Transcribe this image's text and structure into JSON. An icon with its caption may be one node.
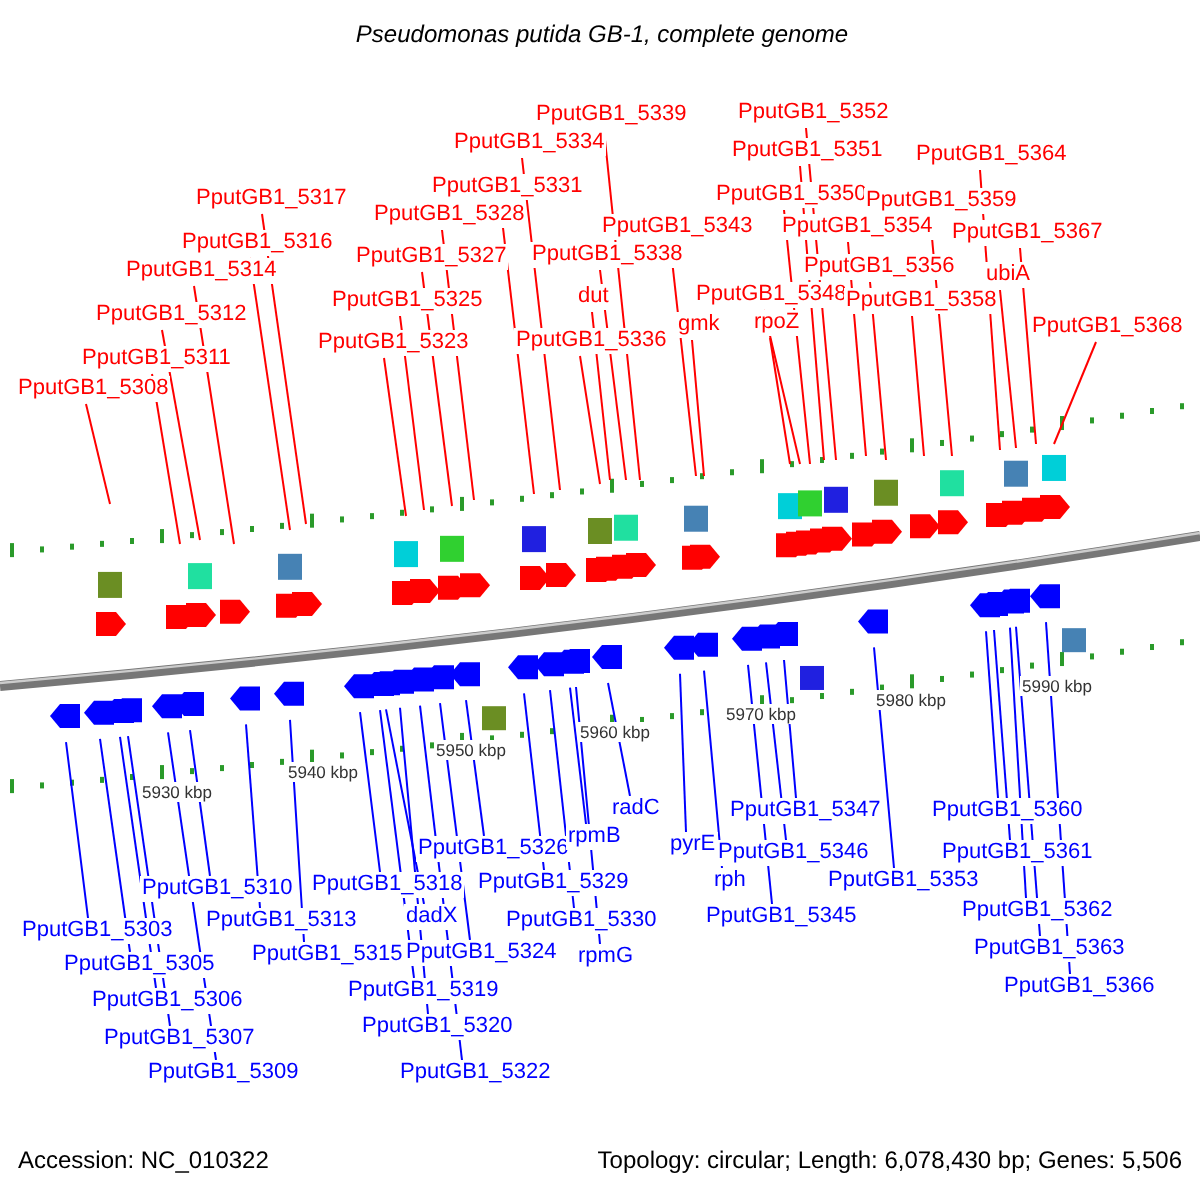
{
  "diagram": {
    "title": "Pseudomonas putida GB-1, complete genome",
    "nodes": [
      {
        "text": [
          "PputGB1_5308"
        ]
      },
      {
        "text": [
          "PputGB1_5311"
        ]
      },
      {
        "text": [
          "PputGB1_5312"
        ]
      },
      {
        "text": [
          "PputGB1_5314"
        ]
      },
      {
        "text": [
          "PputGB1_5316"
        ]
      },
      {
        "text": [
          "PputGB1_5317"
        ]
      },
      {
        "text": [
          "PputGB1_5323"
        ]
      },
      {
        "text": [
          "PputGB1_5325"
        ]
      },
      {
        "text": [
          "PputGB1_5327"
        ]
      },
      {
        "text": [
          "PputGB1_5328"
        ]
      },
      {
        "text": [
          "PputGB1_5331"
        ]
      },
      {
        "text": [
          "PputGB1_5334"
        ]
      },
      {
        "text": [
          "PputGB1_5336"
        ]
      },
      {
        "text": [
          "dut"
        ]
      },
      {
        "text": [
          "PputGB1_5338"
        ]
      },
      {
        "text": [
          "PputGB1_5339"
        ]
      },
      {
        "text": [
          "PputGB1_5343"
        ]
      },
      {
        "text": [
          "gmk"
        ]
      },
      {
        "text": [
          "rpoZ"
        ]
      },
      {
        "text": [
          "PputGB1_5348"
        ]
      },
      {
        "text": [
          "PputGB1_5350"
        ]
      },
      {
        "text": [
          "PputGB1_5351"
        ]
      },
      {
        "text": [
          "PputGB1_5352"
        ]
      },
      {
        "text": [
          "PputGB1_5354"
        ]
      },
      {
        "text": [
          "PputGB1_5356"
        ]
      },
      {
        "text": [
          "PputGB1_5358"
        ]
      },
      {
        "text": [
          "PputGB1_5359"
        ]
      },
      {
        "text": [
          "PputGB1_5364"
        ]
      },
      {
        "text": [
          "ubiA"
        ]
      },
      {
        "text": [
          "PputGB1_5367"
        ]
      },
      {
        "text": [
          "PputGB1_5368"
        ]
      },
      {
        "text": [
          "PputGB1_5303"
        ]
      },
      {
        "text": [
          "PputGB1_5305"
        ]
      },
      {
        "text": [
          "PputGB1_5306"
        ]
      },
      {
        "text": [
          "PputGB1_5307"
        ]
      },
      {
        "text": [
          "PputGB1_5309"
        ]
      },
      {
        "text": [
          "PputGB1_5310"
        ]
      },
      {
        "text": [
          "PputGB1_5313"
        ]
      },
      {
        "text": [
          "PputGB1_5315"
        ]
      },
      {
        "text": [
          "PputGB1_5318"
        ]
      },
      {
        "text": [
          "dadX"
        ]
      },
      {
        "text": [
          "PputGB1_5319"
        ]
      },
      {
        "text": [
          "PputGB1_5320"
        ]
      },
      {
        "text": [
          "PputGB1_5322"
        ]
      },
      {
        "text": [
          "PputGB1_5324"
        ]
      },
      {
        "text": [
          "PputGB1_5326"
        ]
      },
      {
        "text": [
          "PputGB1_5329"
        ]
      },
      {
        "text": [
          "PputGB1_5330"
        ]
      },
      {
        "text": [
          "rpmB"
        ]
      },
      {
        "text": [
          "rpmG"
        ]
      },
      {
        "text": [
          "radC"
        ]
      },
      {
        "text": [
          "pyrE"
        ]
      },
      {
        "text": [
          "rph"
        ]
      },
      {
        "text": [
          "PputGB1_5345"
        ]
      },
      {
        "text": [
          "PputGB1_5346"
        ]
      },
      {
        "text": [
          "PputGB1_5347"
        ]
      },
      {
        "text": [
          "PputGB1_5353"
        ]
      },
      {
        "text": [
          "PputGB1_5360"
        ]
      },
      {
        "text": [
          "PputGB1_5361"
        ]
      },
      {
        "text": [
          "PputGB1_5362"
        ]
      },
      {
        "text": [
          "PputGB1_5363"
        ]
      },
      {
        "text": [
          "PputGB1_5366"
        ]
      }
    ],
    "edges": [
      {
        "from": 0,
        "to": null,
        "arrow": "none",
        "color": "#ff0000"
      },
      {
        "from": 1,
        "to": null,
        "arrow": "none",
        "color": "#ff0000"
      },
      {
        "from": 2,
        "to": null,
        "arrow": "none",
        "color": "#ff0000"
      },
      {
        "from": 3,
        "to": null,
        "arrow": "none",
        "color": "#ff0000"
      },
      {
        "from": 4,
        "to": null,
        "arrow": "none",
        "color": "#ff0000"
      },
      {
        "from": 5,
        "to": null,
        "arrow": "none",
        "color": "#ff0000"
      },
      {
        "from": 6,
        "to": null,
        "arrow": "none",
        "color": "#ff0000"
      },
      {
        "from": 7,
        "to": null,
        "arrow": "none",
        "color": "#ff0000"
      },
      {
        "from": 8,
        "to": null,
        "arrow": "none",
        "color": "#ff0000"
      },
      {
        "from": 9,
        "to": null,
        "arrow": "none",
        "color": "#ff0000"
      },
      {
        "from": 10,
        "to": null,
        "arrow": "none",
        "color": "#ff0000"
      },
      {
        "from": 11,
        "to": null,
        "arrow": "none",
        "color": "#ff0000"
      },
      {
        "from": 12,
        "to": null,
        "arrow": "none",
        "color": "#ff0000"
      },
      {
        "from": 13,
        "to": null,
        "arrow": "none",
        "color": "#ff0000"
      },
      {
        "from": 14,
        "to": null,
        "arrow": "none",
        "color": "#ff0000"
      },
      {
        "from": 15,
        "to": null,
        "arrow": "none",
        "color": "#ff0000"
      },
      {
        "from": 16,
        "to": null,
        "arrow": "none",
        "color": "#ff0000"
      },
      {
        "from": 17,
        "to": null,
        "arrow": "none",
        "color": "#ff0000"
      },
      {
        "from": 18,
        "to": null,
        "arrow": "none",
        "color": "#ff0000"
      },
      {
        "from": 19,
        "to": null,
        "arrow": "none",
        "color": "#ff0000"
      },
      {
        "from": 20,
        "to": null,
        "arrow": "none",
        "color": "#ff0000"
      },
      {
        "from": 21,
        "to": null,
        "arrow": "none",
        "color": "#ff0000"
      },
      {
        "from": 22,
        "to": null,
        "arrow": "none",
        "color": "#ff0000"
      },
      {
        "from": 23,
        "to": null,
        "arrow": "none",
        "color": "#ff0000"
      },
      {
        "from": 24,
        "to": null,
        "arrow": "none",
        "color": "#ff0000"
      },
      {
        "from": 25,
        "to": null,
        "arrow": "none",
        "color": "#ff0000"
      },
      {
        "from": 26,
        "to": null,
        "arrow": "none",
        "color": "#ff0000"
      },
      {
        "from": 27,
        "to": null,
        "arrow": "none",
        "color": "#ff0000"
      },
      {
        "from": 28,
        "to": null,
        "arrow": "none",
        "color": "#ff0000"
      },
      {
        "from": 29,
        "to": null,
        "arrow": "none",
        "color": "#ff0000"
      },
      {
        "from": 30,
        "to": null,
        "arrow": "none",
        "color": "#ff0000"
      },
      {
        "from": 31,
        "to": null,
        "arrow": "none",
        "color": "#0000ff"
      },
      {
        "from": 32,
        "to": null,
        "arrow": "none",
        "color": "#0000ff"
      },
      {
        "from": 33,
        "to": null,
        "arrow": "none",
        "color": "#0000ff"
      },
      {
        "from": 34,
        "to": null,
        "arrow": "none",
        "color": "#0000ff"
      },
      {
        "from": 35,
        "to": null,
        "arrow": "none",
        "color": "#0000ff"
      },
      {
        "from": 36,
        "to": null,
        "arrow": "none",
        "color": "#0000ff"
      },
      {
        "from": 37,
        "to": null,
        "arrow": "none",
        "color": "#0000ff"
      },
      {
        "from": 38,
        "to": null,
        "arrow": "none",
        "color": "#0000ff"
      },
      {
        "from": 39,
        "to": null,
        "arrow": "none",
        "color": "#0000ff"
      },
      {
        "from": 40,
        "to": null,
        "arrow": "none",
        "color": "#0000ff"
      },
      {
        "from": 41,
        "to": null,
        "arrow": "none",
        "color": "#0000ff"
      },
      {
        "from": 42,
        "to": null,
        "arrow": "none",
        "color": "#0000ff"
      },
      {
        "from": 43,
        "to": null,
        "arrow": "none",
        "color": "#0000ff"
      },
      {
        "from": 44,
        "to": null,
        "arrow": "none",
        "color": "#0000ff"
      },
      {
        "from": 45,
        "to": null,
        "arrow": "none",
        "color": "#0000ff"
      },
      {
        "from": 46,
        "to": null,
        "arrow": "none",
        "color": "#0000ff"
      },
      {
        "from": 47,
        "to": null,
        "arrow": "none",
        "color": "#0000ff"
      },
      {
        "from": 48,
        "to": null,
        "arrow": "none",
        "color": "#0000ff"
      },
      {
        "from": 49,
        "to": null,
        "arrow": "none",
        "color": "#0000ff"
      },
      {
        "from": 50,
        "to": null,
        "arrow": "none",
        "color": "#0000ff"
      },
      {
        "from": 51,
        "to": null,
        "arrow": "none",
        "color": "#0000ff"
      },
      {
        "from": 52,
        "to": null,
        "arrow": "none",
        "color": "#0000ff"
      },
      {
        "from": 53,
        "to": null,
        "arrow": "none",
        "color": "#0000ff"
      },
      {
        "from": 54,
        "to": null,
        "arrow": "none",
        "color": "#0000ff"
      },
      {
        "from": 55,
        "to": null,
        "arrow": "none",
        "color": "#0000ff"
      },
      {
        "from": 56,
        "to": null,
        "arrow": "none",
        "color": "#0000ff"
      },
      {
        "from": 57,
        "to": null,
        "arrow": "none",
        "color": "#0000ff"
      },
      {
        "from": 58,
        "to": null,
        "arrow": "none",
        "color": "#0000ff"
      },
      {
        "from": 59,
        "to": null,
        "arrow": "none",
        "color": "#0000ff"
      },
      {
        "from": 60,
        "to": null,
        "arrow": "none",
        "color": "#0000ff"
      },
      {
        "from": 61,
        "to": null,
        "arrow": "none",
        "color": "#0000ff"
      }
    ],
    "labels": [
      "5930 kbp",
      "5940 kbp",
      "5950 kbp",
      "5960 kbp",
      "5970 kbp",
      "5980 kbp",
      "5990 kbp",
      "Accession: NC_010322",
      "Topology: circular; Length: 6,078,430 bp; Genes: 5,506"
    ]
  }
}
